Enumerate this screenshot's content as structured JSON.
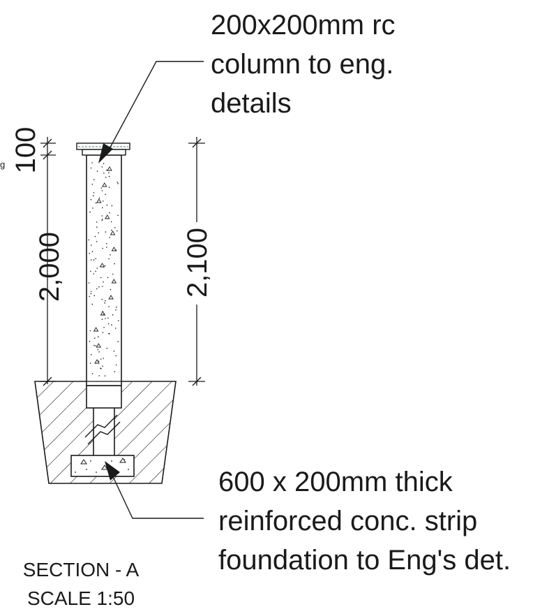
{
  "annotations": {
    "column_note": [
      "200x200mm rc",
      "column to eng.",
      "details"
    ],
    "foundation_note": [
      "600 x 200mm thick",
      "reinforced conc. strip",
      "foundation to Eng's det."
    ]
  },
  "dimensions": {
    "cap": "100",
    "left_height": "2,000",
    "right_height": "2,100",
    "cut_label": "g"
  },
  "title": {
    "section": "SECTION - A",
    "scale": "SCALE 1:50"
  },
  "colors": {
    "line": "#1a1a1a",
    "cap_accent": "#3c8c6a"
  }
}
